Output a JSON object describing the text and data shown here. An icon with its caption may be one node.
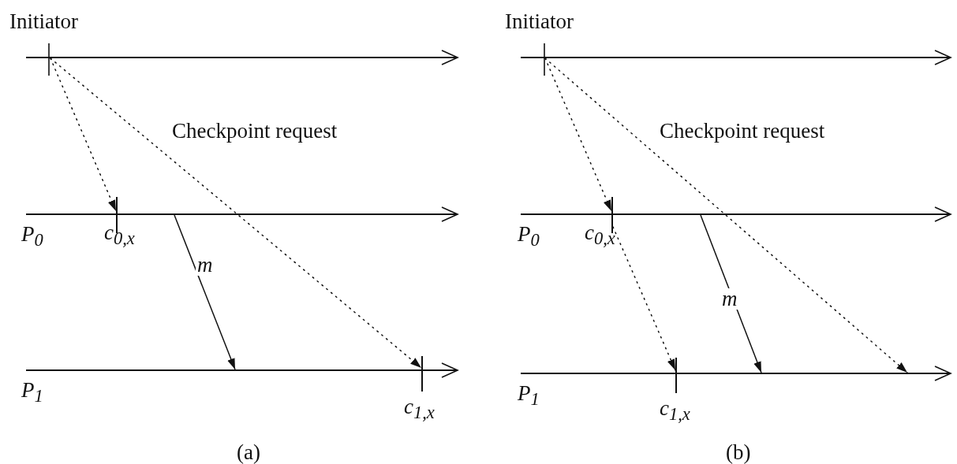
{
  "diagram": {
    "nodes": [
      {
        "text": [
          "Initiator"
        ]
      },
      {
        "text": [
          "P$_{0}$"
        ]
      },
      {
        "text": [
          "c$_{0,x}$"
        ]
      },
      {
        "text": [
          "P$_{1}$"
        ]
      },
      {
        "text": [
          "c$_{1,x}$"
        ]
      },
      {
        "text": [
          "Initiator"
        ]
      },
      {
        "text": [
          "P$_{0}$"
        ]
      },
      {
        "text": [
          "c$_{0,x}$"
        ]
      },
      {
        "text": [
          "P$_{1}$"
        ]
      },
      {
        "text": [
          "c$_{1,x}$"
        ]
      }
    ],
    "edges": [
      {
        "from": 0,
        "to": 2,
        "arrow": "to",
        "style": "dashed"
      },
      {
        "from": 0,
        "to": 4,
        "arrow": "to",
        "style": "dashed"
      },
      {
        "from": 1,
        "to": 3,
        "arrow": "to",
        "label": "m"
      },
      {
        "from": 5,
        "to": 7,
        "arrow": "to",
        "style": "dashed"
      },
      {
        "from": 7,
        "to": 9,
        "arrow": "to",
        "style": "dashed"
      },
      {
        "from": 5,
        "to": 8,
        "arrow": "to",
        "style": "dashed"
      },
      {
        "from": 6,
        "to": 8,
        "arrow": "to",
        "label": "m"
      }
    ],
    "labels": [
      "Checkpoint request",
      "Checkpoint request",
      "(a)",
      "(b)"
    ]
  }
}
